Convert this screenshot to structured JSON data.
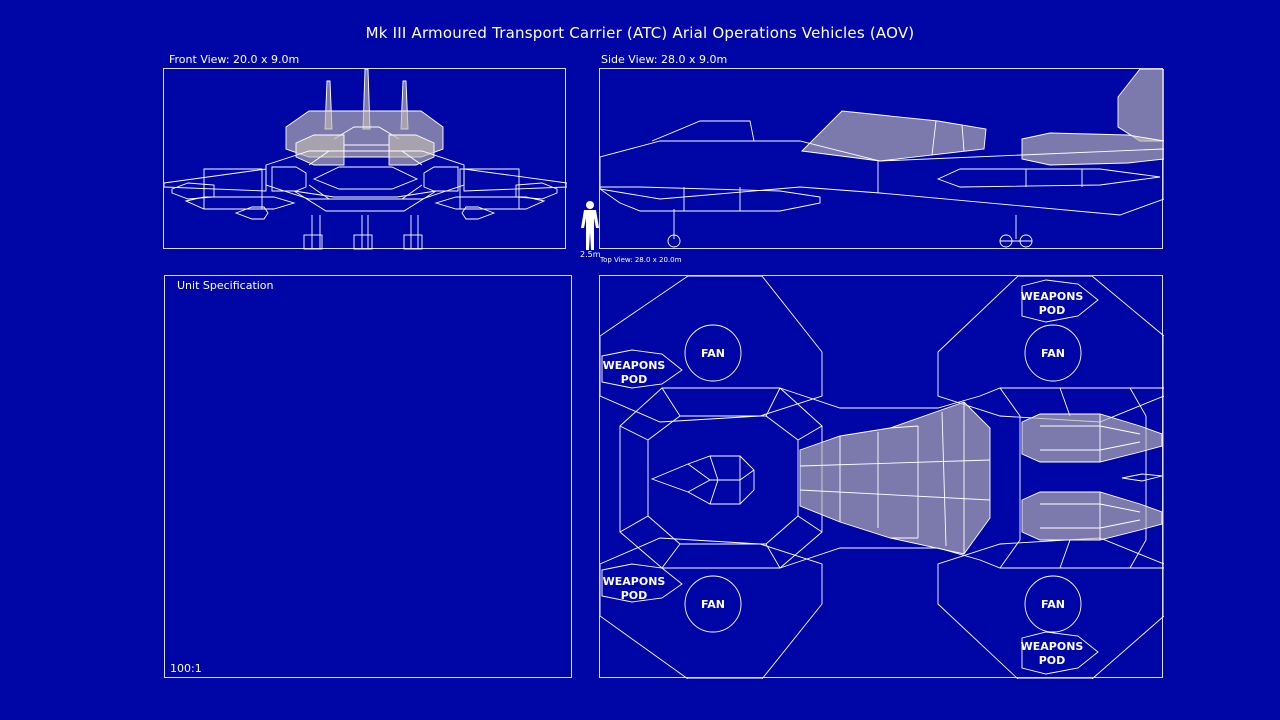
{
  "title": "Mk III Armoured Transport Carrier (ATC) Arial Operations Vehicles (AOV)",
  "front_view": {
    "label": "Front View: 20.0 x 9.0m"
  },
  "side_view": {
    "label": "Side View: 28.0 x 9.0m"
  },
  "top_view": {
    "label": "Top View: 28.0 x 20.0m",
    "fan_label": "FAN",
    "pod_label_line1": "WEAPONS",
    "pod_label_line2": "POD"
  },
  "human_scale": {
    "label": "2.5m"
  },
  "spec_panel": {
    "title": "Unit Specification",
    "scale": "100:1"
  },
  "colors": {
    "background": "#0006a6",
    "line": "#ffffff",
    "shade": "#bdb8ae"
  }
}
